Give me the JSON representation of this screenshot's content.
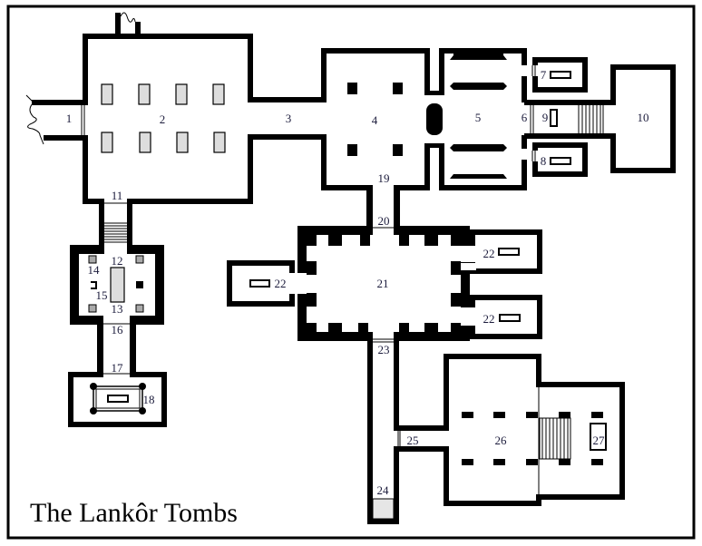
{
  "title": "The Lankôr Tombs",
  "labels": {
    "r1": "1",
    "r2": "2",
    "r3": "3",
    "r4": "4",
    "r5": "5",
    "r6": "6",
    "r7": "7",
    "r8": "8",
    "r9": "9",
    "r10": "10",
    "r11": "11",
    "r12": "12",
    "r13": "13",
    "r14": "14",
    "r15": "15",
    "r16": "16",
    "r17": "17",
    "r18": "18",
    "r19": "19",
    "r20": "20",
    "r21": "21",
    "r22": "22",
    "r23": "23",
    "r24": "24",
    "r25": "25",
    "r26": "26",
    "r27": "27"
  }
}
